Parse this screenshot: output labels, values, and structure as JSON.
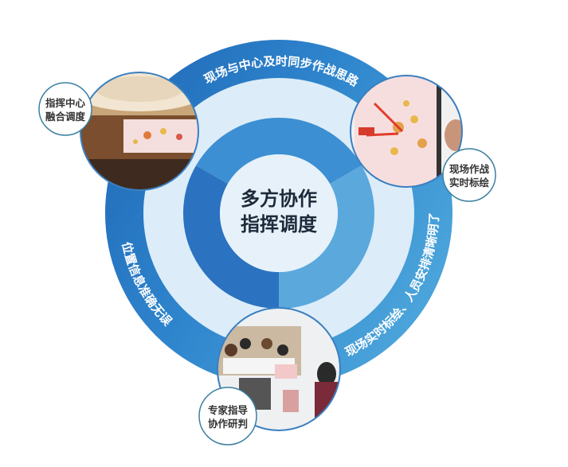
{
  "center": {
    "line1": "多方协作",
    "line2": "指挥调度"
  },
  "ring_texts": {
    "top": "现场与中心及时同步作战思路",
    "left": "位置信息准确无误",
    "right": "现场实时标绘、人员安排清晰明了"
  },
  "labels": {
    "command_center": {
      "line1": "指挥中心",
      "line2": "融合调度"
    },
    "field_plotting": {
      "line1": "现场作战",
      "line2": "实时标绘"
    },
    "expert_guidance": {
      "line1": "专家指导",
      "line2": "协作研判"
    }
  },
  "colors": {
    "outer_ring_dark": "#1f66b5",
    "outer_ring_light": "#4aa3da",
    "band_light": "#dcedf9",
    "segment_left": "#2b72c0",
    "segment_top": "#3c8fd2",
    "segment_right": "#5ba8dc",
    "center_fill": "#e6f1fa"
  }
}
